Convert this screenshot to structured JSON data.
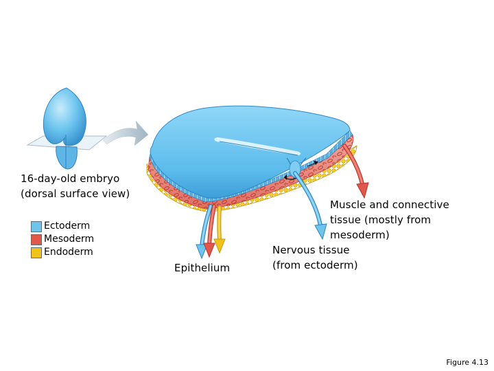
{
  "caption": {
    "line1": "16-day-old embryo",
    "line2": "(dorsal surface view)"
  },
  "legend": [
    {
      "label": "Ectoderm",
      "color": "#6fc4ec"
    },
    {
      "label": "Mesoderm",
      "color": "#e0574b"
    },
    {
      "label": "Endoderm",
      "color": "#f0c21c"
    }
  ],
  "labels": {
    "epithelium": "Epithelium",
    "muscle_line1": "Muscle and connective",
    "muscle_line2": "tissue (mostly from",
    "muscle_line3": "mesoderm)",
    "nervous_line1": "Nervous tissue",
    "nervous_line2": "(from ectoderm)"
  },
  "figure_number": "Figure 4.13",
  "colors": {
    "ectoderm": "#6fc4ec",
    "ectoderm_dark": "#3a9fd6",
    "mesoderm": "#e26a5c",
    "mesoderm_dark": "#b8352b",
    "endoderm": "#f0c21c"
  }
}
